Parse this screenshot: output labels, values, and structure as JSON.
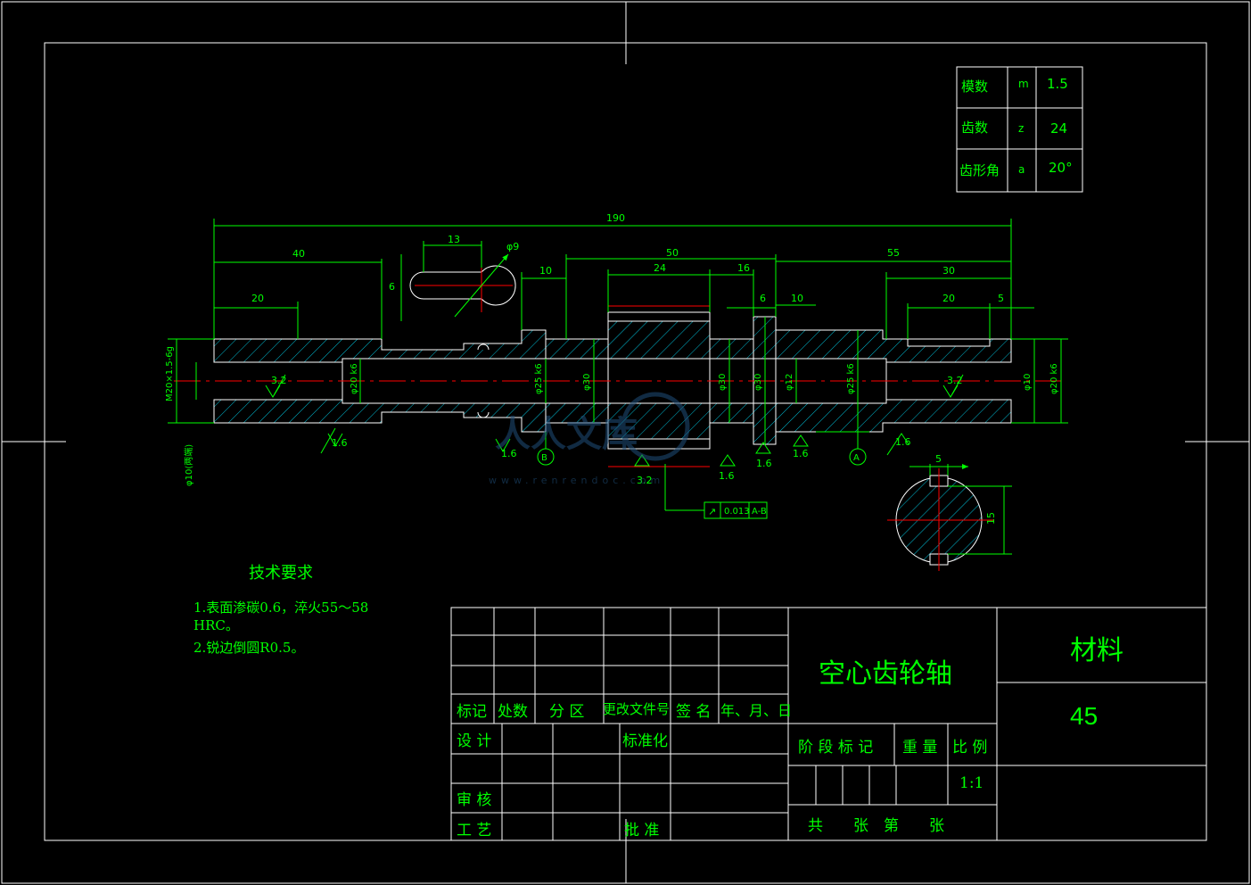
{
  "colors": {
    "background": "#000000",
    "outline": "#ffffff",
    "text": "#00ff00",
    "dimension": "#00ff00",
    "hatch": "#00bcd4",
    "centerline": "#ff0000",
    "watermark": "#1f4f7a"
  },
  "gear_params": {
    "rows": [
      {
        "name": "模数",
        "symbol": "m",
        "value": "1.5"
      },
      {
        "name": "齿数",
        "symbol": "z",
        "value": "24"
      },
      {
        "name": "齿形角",
        "symbol": "a",
        "value": "20°"
      }
    ]
  },
  "dimensions": {
    "total_length": "190",
    "d40": "40",
    "d20_left": "20",
    "d13": "13",
    "d6_key": "6",
    "phi9": "φ9",
    "d50": "50",
    "d10a": "10",
    "d24": "24",
    "d16": "16",
    "d6b": "6",
    "d10b": "10",
    "d55": "55",
    "d30": "30",
    "d20_right": "20",
    "d5": "5",
    "d5_section": "5",
    "d15_section": "15",
    "left_end_label": "M20×1.5-6g",
    "left_dia_label": "φ10(两端)",
    "phi30": "φ30",
    "phi20": "φ20",
    "phi12": "φ12",
    "phi10": "φ10",
    "phi20k6": "φ20 k6",
    "phi25k6": "φ25 k6"
  },
  "surface_roughness": {
    "r32": "3.2",
    "r16": "1.6"
  },
  "datums": {
    "a": "A",
    "b": "B"
  },
  "tolerance": {
    "symbol": "↗",
    "value": "0.013",
    "datum": "A-B"
  },
  "tech_requirements": {
    "title": "技术要求",
    "item1": "1.表面渗碳0.6，淬火55～58",
    "item1b": "HRC。",
    "item2": "2.锐边倒圆R0.5。"
  },
  "title_block": {
    "part_name": "空心齿轮轴",
    "material_label": "材料",
    "material_value": "45",
    "headers": [
      "标记",
      "处数",
      "分 区",
      "更改文件号",
      "签 名",
      "年、月、日"
    ],
    "design": "设 计",
    "standard": "标准化",
    "review": "审 核",
    "process": "工 艺",
    "approve": "批 准",
    "stage": "阶 段 标 记",
    "weight": "重 量",
    "scale_label": "比 例",
    "scale_value": "1:1",
    "sheets": "共　　张　第　　张"
  },
  "watermark": {
    "text": "人人文库",
    "url": "www.renrendoc.com"
  }
}
